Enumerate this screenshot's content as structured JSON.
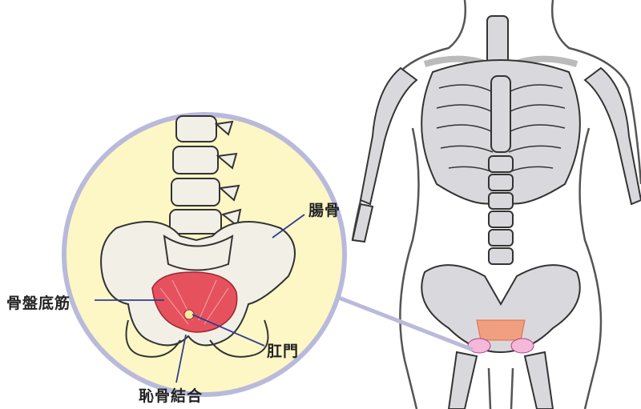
{
  "labels": {
    "ilium": "腸骨",
    "pelvic_floor_muscle": "骨盤底筋",
    "anus": "肛門",
    "pubic_symphysis": "恥骨結合"
  },
  "colors": {
    "circle_fill": "#fdf7c6",
    "circle_stroke": "#b9badb",
    "bone": "#f1efe6",
    "skeleton": "#d9d9dd",
    "muscle": "#e5525e",
    "leader_line": "#2f3e8f"
  }
}
